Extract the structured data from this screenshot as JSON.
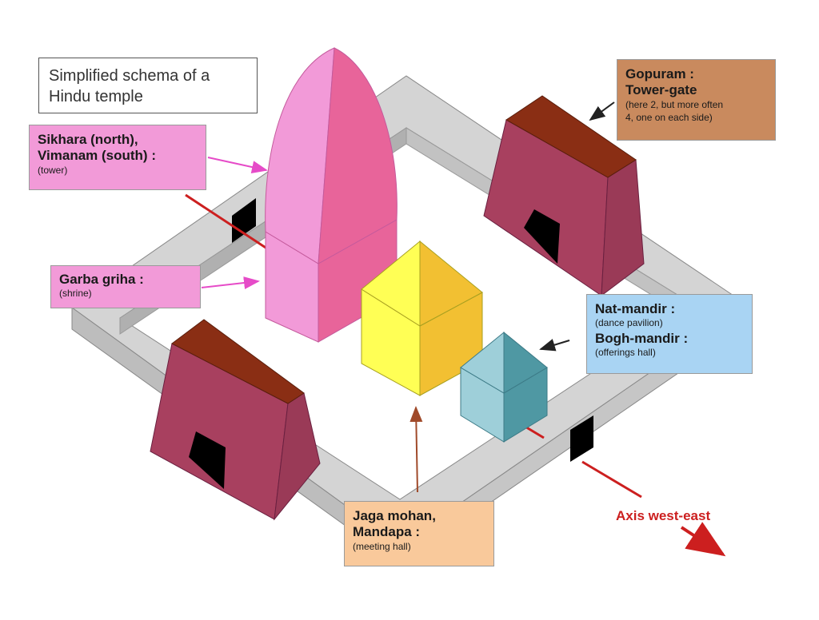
{
  "title": {
    "line1": "Simplified schema of a",
    "line2": "Hindu temple"
  },
  "labels": {
    "sikhara": {
      "line1": "Sikhara (north),",
      "line2": "Vimanam (south) :",
      "note": "(tower)"
    },
    "garba": {
      "line1": "Garba griha :",
      "note": "(shrine)"
    },
    "gopuram": {
      "line1": "Gopuram :",
      "line2": "Tower-gate",
      "note1": "(here 2, but more often",
      "note2": "4, one on each side)"
    },
    "nat": {
      "line1": "Nat-mandir :",
      "note1": "(dance pavilion)",
      "line2": "Bogh-mandir :",
      "note2": "(offerings hall)"
    },
    "jaga": {
      "line1": "Jaga mohan,",
      "line2": "Mandapa :",
      "note": "(meeting hall)"
    }
  },
  "axis": {
    "label": "Axis west-east",
    "color": "#cc1f1f"
  },
  "colors": {
    "wall_top": "#d4d4d4",
    "wall_side": "#b9b9b9",
    "gate_body": "#a8405f",
    "gate_roof": "#8a2e14",
    "tower_light": "#f29ad8",
    "tower_dark": "#e8649a",
    "mandapa_light": "#ffff55",
    "mandapa_dark": "#f2c032",
    "nat_light": "#9ecfd9",
    "nat_dark": "#4f98a3"
  }
}
